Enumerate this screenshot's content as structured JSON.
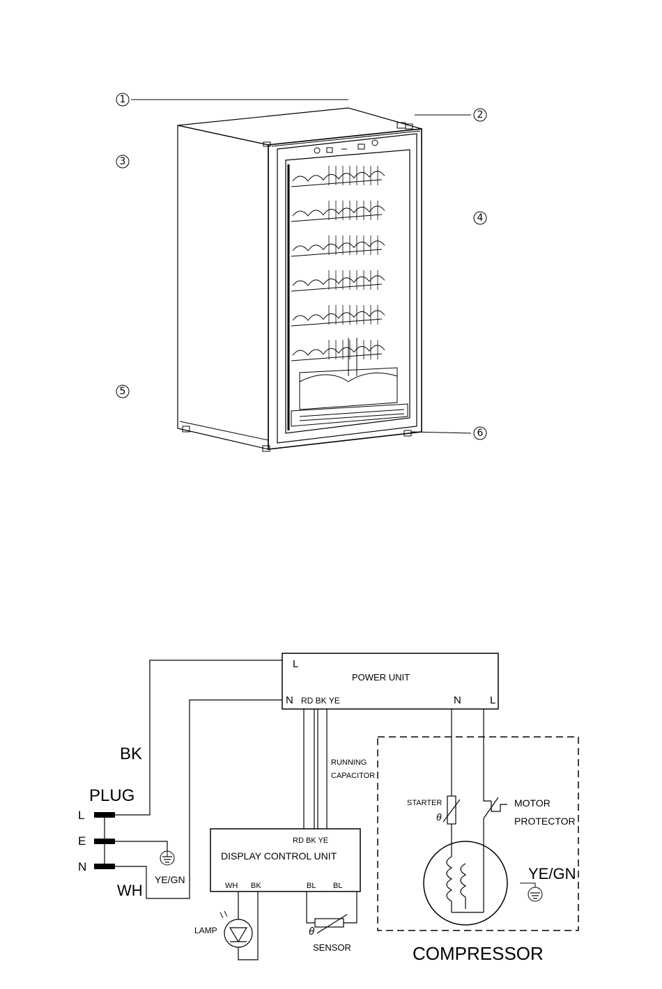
{
  "appliance": {
    "callouts": [
      "1",
      "2",
      "3",
      "4",
      "5",
      "6"
    ],
    "panel_icons": [
      "power-icon",
      "light-icon",
      "minus-icon",
      "unit-icon",
      "plus-icon"
    ]
  },
  "wiring": {
    "power_unit": {
      "title": "POWER  UNIT",
      "pin_l": "L",
      "pin_n": "N",
      "pins_bottom": "RD BK YE",
      "pin_n2": "N",
      "pin_l2": "L"
    },
    "wires": {
      "bk": "BK",
      "wh": "WH",
      "running_capacitor_1": "RUNNING",
      "running_capacitor_2": "CAPACITOR"
    },
    "plug": {
      "title": "PLUG",
      "pin_l": "L",
      "pin_e": "E",
      "pin_n": "N",
      "ground": "YE/GN"
    },
    "display_control_unit": {
      "title": "DISPLAY CONTROL UNIT",
      "pins_top": "RD BK YE",
      "pin_wh": "WH",
      "pin_bk": "BK",
      "pin_bl1": "BL",
      "pin_bl2": "BL"
    },
    "lamp": "LAMP",
    "sensor": "SENSOR",
    "theta": "θ",
    "compressor": {
      "title": "COMPRESSOR",
      "starter": "STARTER",
      "motor_protector_1": "MOTOR",
      "motor_protector_2": "PROTECTOR",
      "ground": "YE/GN"
    }
  }
}
